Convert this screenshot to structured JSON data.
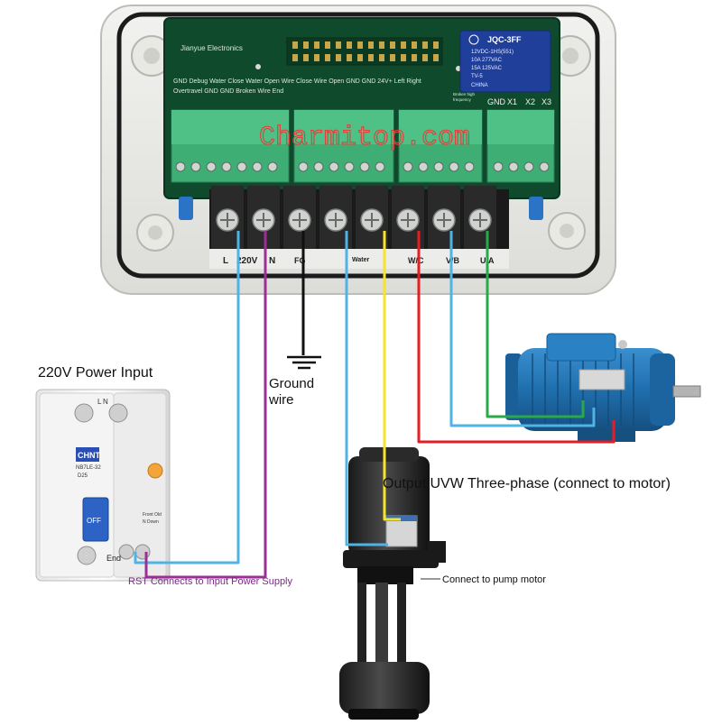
{
  "board": {
    "brand": "Jianyue Electronics",
    "legend_line1": "GND Debug Water Close Water Open Wire Close Wire Open GND GND 24V+ Left Right",
    "legend_line2": "Overtravel GND GND Broken Wire End",
    "broken_high": "Broken high",
    "frequency": "frequency",
    "watermark": "Charmitop.com",
    "relay": {
      "model": "JQC-3FF",
      "rating1": "12VDC-1HS(551)",
      "rating2": "10A 277VAC",
      "rating3": "15A 125VAC",
      "rating4": "TV-5",
      "origin": "CHINA"
    },
    "right_header_labels": [
      "GND",
      "X1",
      "X2",
      "X3"
    ],
    "terminal_labels": [
      "L",
      "220V",
      "N",
      "FG",
      "Water",
      "W/C",
      "V/B",
      "U/A"
    ]
  },
  "labels": {
    "power_input": "220V Power Input",
    "ground_line1": "Ground",
    "ground_line2": "wire",
    "uvw_output": "Output UVW Three-phase (connect to motor)",
    "rst_supply": "RST Connects to Input Power Supply",
    "pump_motor": "Connect to pump motor"
  },
  "breaker": {
    "brand": "CHNT",
    "model": "NB7LE-32",
    "rating": "D25",
    "switch_state": "OFF",
    "end_label": "End",
    "front_old": "Front Old",
    "n_down": "N Down",
    "top_left_terminal": "L",
    "top_right_terminal": "N"
  },
  "colors": {
    "wire_blue": "#4fb3e6",
    "wire_purple": "#9b2f93",
    "wire_black": "#111111",
    "wire_yellow": "#f4e42a",
    "wire_red": "#e31e24",
    "wire_green": "#2aa84a",
    "pcb_green": "#0f4a2c",
    "motor_blue": "#1f6fae",
    "terminal_green": "#3fae75"
  }
}
